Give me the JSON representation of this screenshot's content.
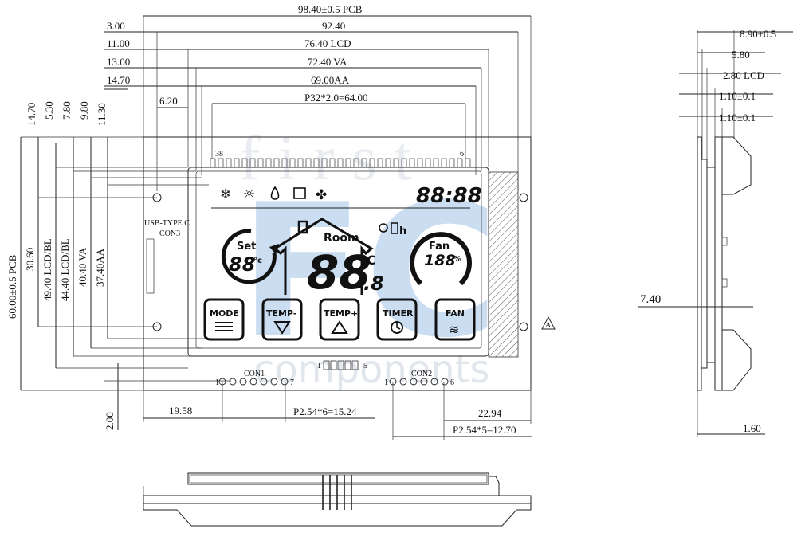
{
  "watermark": {
    "big_text": "first",
    "logo_letters": "FC",
    "sub_text": "components"
  },
  "top_dims": {
    "pcb": "98.40±0.5  PCB",
    "d92": "92.40",
    "lcd": "76.40 LCD",
    "va": "72.40 VA",
    "aa": "69.00AA",
    "pitch": "P32*2.0=64.00",
    "l300": "3.00",
    "l1100": "11.00",
    "l1300": "13.00",
    "l1470": "14.70",
    "l620": "6.20"
  },
  "left_dims": {
    "v1470": "14.70",
    "v530": "5.30",
    "v780": "7.80",
    "v980": "9.80",
    "v1130": "11.30",
    "pcb": "60.00±0.5  PCB",
    "d3060": "30.60",
    "lcdbl": "49.40 LCD/BL",
    "lcdbl2": "44.40 LCD/BL",
    "va": "40.40 VA",
    "aa": "37.40AA",
    "d200": "2.00"
  },
  "pins": {
    "pin38": "38",
    "pin6": "6",
    "bl_1": "1",
    "bl_5": "5"
  },
  "connectors": {
    "usb_label": "USB-TYPE C",
    "con3": "CON3",
    "con1": "CON1",
    "con2": "CON2",
    "c1_first": "1",
    "c1_last": "7",
    "c2_first": "1",
    "c2_last": "6"
  },
  "bottom_dims": {
    "d1958": "19.58",
    "p1524": "P2.54*6=15.24",
    "d2294": "22.94",
    "p1270": "P2.54*5=12.70"
  },
  "side_dims": {
    "d890": "8.90±0.5",
    "d580": "5.80",
    "d280": "2.80 LCD",
    "d110a": "1.10±0.1",
    "d110b": "1.10±0.1",
    "d740": "7.40",
    "d160": "1.60"
  },
  "lcd_display": {
    "clock": "88:88",
    "set_label": "Set",
    "set_value": "88",
    "set_unit": "°c",
    "room_label": "Room",
    "room_value": "88",
    "room_decimal": ".8",
    "room_unit": "°C",
    "timer_h": "h",
    "fan_label": "Fan",
    "fan_value": "188",
    "fan_unit": "%",
    "buttons": [
      "MODE",
      "TEMP-",
      "TEMP+",
      "TIMER",
      "FAN"
    ]
  },
  "revision_mark": "A"
}
